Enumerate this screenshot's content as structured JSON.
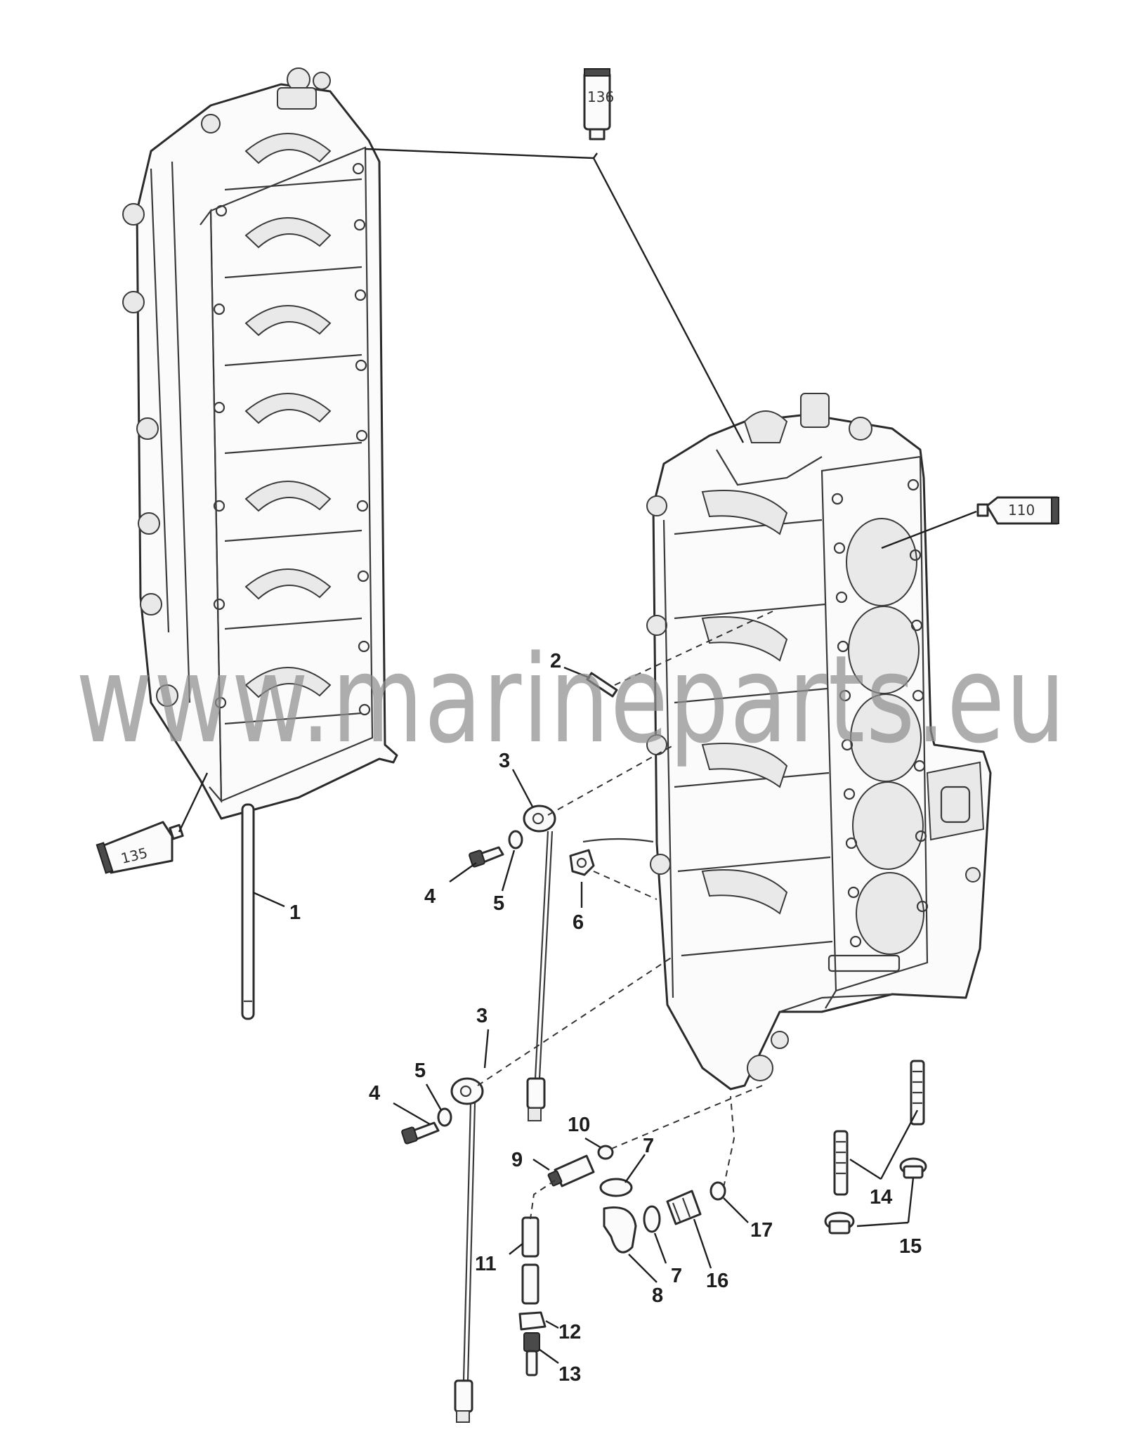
{
  "watermark": "www.marineparts.eu",
  "tubes": {
    "t136": "136",
    "t110": "110",
    "t135": "135"
  },
  "callouts": {
    "c1": "1",
    "c2": "2",
    "c3a": "3",
    "c3b": "3",
    "c4a": "4",
    "c4b": "4",
    "c5a": "5",
    "c5b": "5",
    "c6": "6",
    "c7a": "7",
    "c7b": "7",
    "c8": "8",
    "c9": "9",
    "c10": "10",
    "c11": "11",
    "c12": "12",
    "c13": "13",
    "c14": "14",
    "c15": "15",
    "c16": "16",
    "c17": "17"
  }
}
